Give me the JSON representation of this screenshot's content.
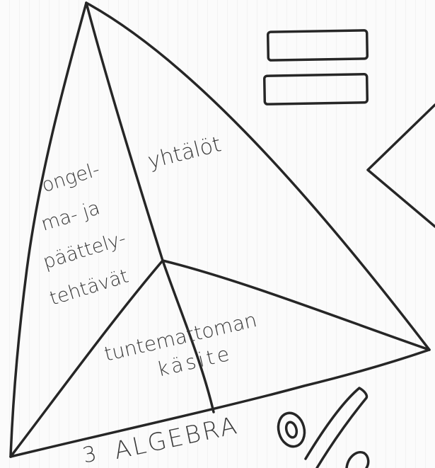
{
  "labels": {
    "equations": "yhtälöt",
    "word_problems": [
      "ongel-",
      "ma- ja",
      "päättely-",
      "tehtävät"
    ],
    "unknown_concept": [
      "tuntemattoman",
      "käsite"
    ],
    "bottom_caption": "ALGEBRA",
    "bottom_prefix": "3"
  },
  "colors": {
    "ink": "#262626",
    "text_ink": "#3a3a3a",
    "paper": "#fbfbfb"
  }
}
